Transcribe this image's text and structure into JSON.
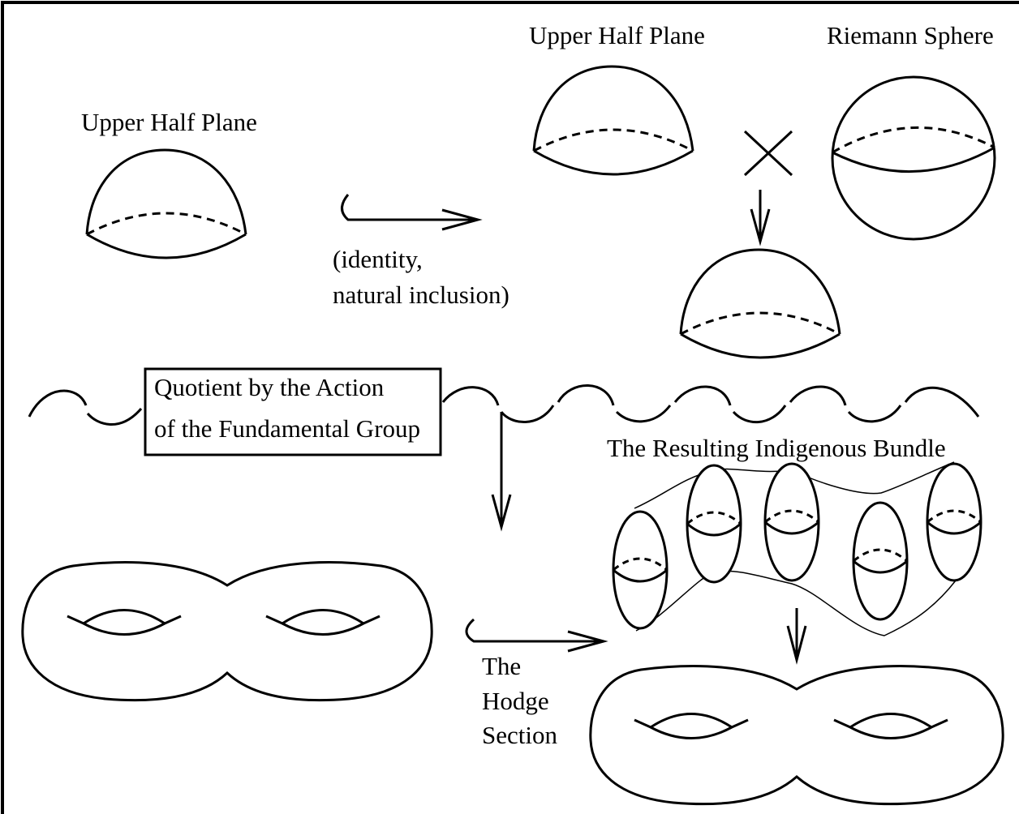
{
  "labels": {
    "upper_half_plane_left": "Upper Half Plane",
    "upper_half_plane_top": "Upper Half Plane",
    "riemann_sphere": "Riemann Sphere",
    "identity_line1": "(identity,",
    "identity_line2": "natural inclusion)",
    "quotient_line1": "Quotient by the Action",
    "quotient_line2": "of the Fundamental Group",
    "indigenous_bundle": "The Resulting Indigenous Bundle",
    "hodge_line1": "The",
    "hodge_line2": "Hodge",
    "hodge_line3": "Section"
  },
  "colors": {
    "stroke": "#000000",
    "background": "#ffffff"
  }
}
